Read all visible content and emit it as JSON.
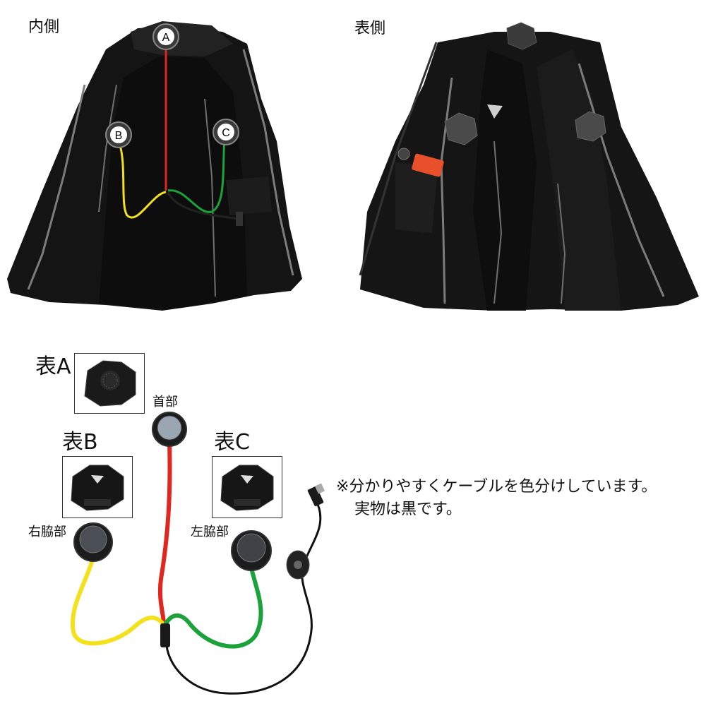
{
  "photos": {
    "inside_label": "内側",
    "outside_label": "表側"
  },
  "markers": {
    "a": "A",
    "b": "B",
    "c": "C"
  },
  "fans": {
    "front_a": "表A",
    "front_b": "表B",
    "front_c": "表C"
  },
  "parts": {
    "neck": "首部",
    "right_armpit": "右脇部",
    "left_armpit": "左脇部"
  },
  "note": {
    "line1": "※分かりやすくケーブルを色分けしています。",
    "line2": "実物は黒です。"
  },
  "colors": {
    "cable_a": "#e0261e",
    "cable_b": "#f2e11b",
    "cable_c": "#1ba23a",
    "cable_main": "#111111",
    "battery": "#e8502b",
    "jacket": "#121212",
    "reflective": "#8a8a8a"
  }
}
